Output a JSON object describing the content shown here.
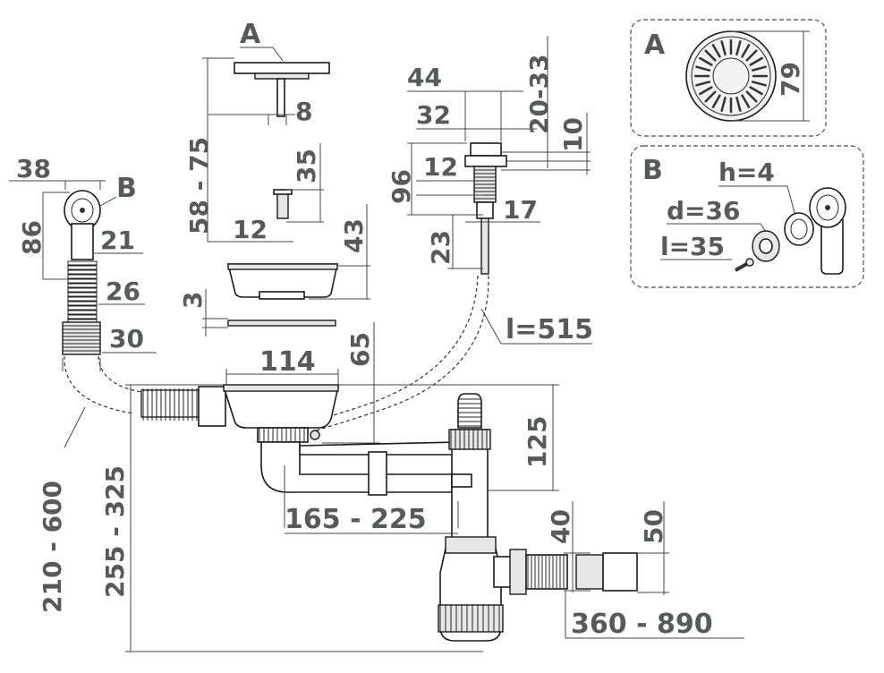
{
  "labels": {
    "part_a": "A",
    "part_b": "B",
    "inset_a": "A",
    "inset_b": "B"
  },
  "dimensions": {
    "d38": "38",
    "d86": "86",
    "d21": "21",
    "d26": "26",
    "d30": "30",
    "d210_600": "210 - 600",
    "d255_325": "255 - 325",
    "d58_75": "58 - 75",
    "d8": "8",
    "d35": "35",
    "d12a": "12",
    "d43": "43",
    "d3": "3",
    "d114": "114",
    "d65": "65",
    "d44": "44",
    "d32": "32",
    "d20_33": "20-33",
    "d10": "10",
    "d96": "96",
    "d12b": "12",
    "d17": "17",
    "d23": "23",
    "l515": "l=515",
    "d125": "125",
    "d165_225": "165 - 225",
    "d40": "40",
    "d50": "50",
    "d360_890": "360 - 890"
  },
  "inset_a": {
    "d79": "79"
  },
  "inset_b": {
    "h": "h=4",
    "d": "d=36",
    "l": "l=35"
  },
  "colors": {
    "text": "#58595b",
    "line": "#1a1a1a",
    "fill": "#e6e6e6"
  }
}
